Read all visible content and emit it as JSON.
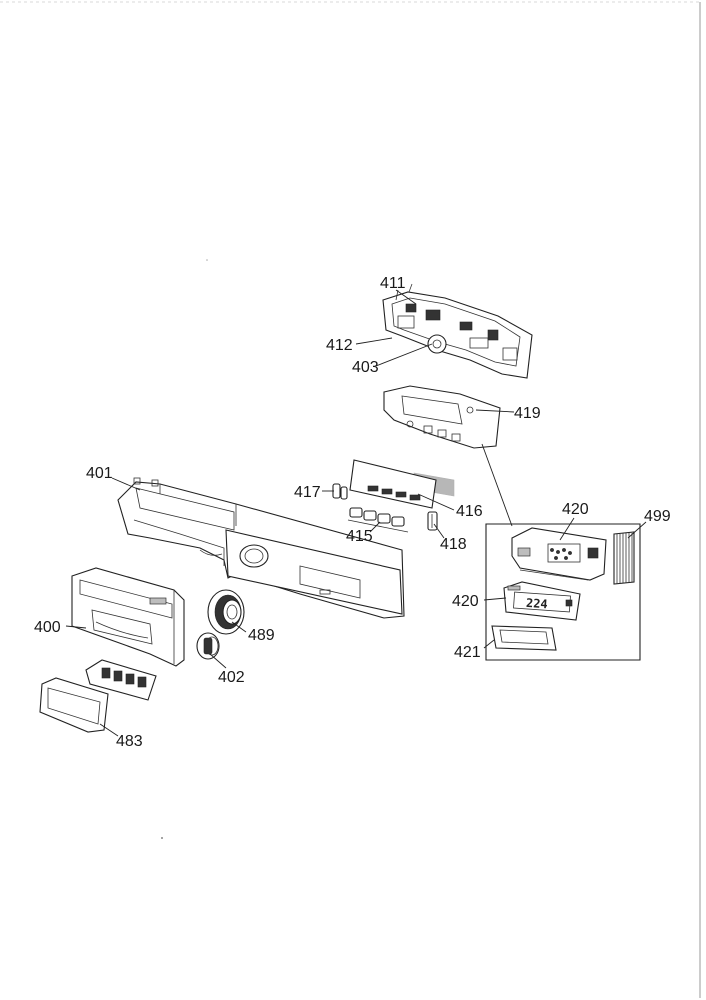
{
  "callouts": {
    "c400": "400",
    "c401": "401",
    "c402": "402",
    "c403": "403",
    "c411": "411",
    "c412": "412",
    "c415": "415",
    "c416": "416",
    "c417": "417",
    "c418": "418",
    "c419": "419",
    "c420a": "420",
    "c420b": "420",
    "c421": "421",
    "c483": "483",
    "c489": "489",
    "c499": "499"
  },
  "display_readout": "224",
  "colors": {
    "ink": "#222222",
    "paper": "#ffffff"
  }
}
